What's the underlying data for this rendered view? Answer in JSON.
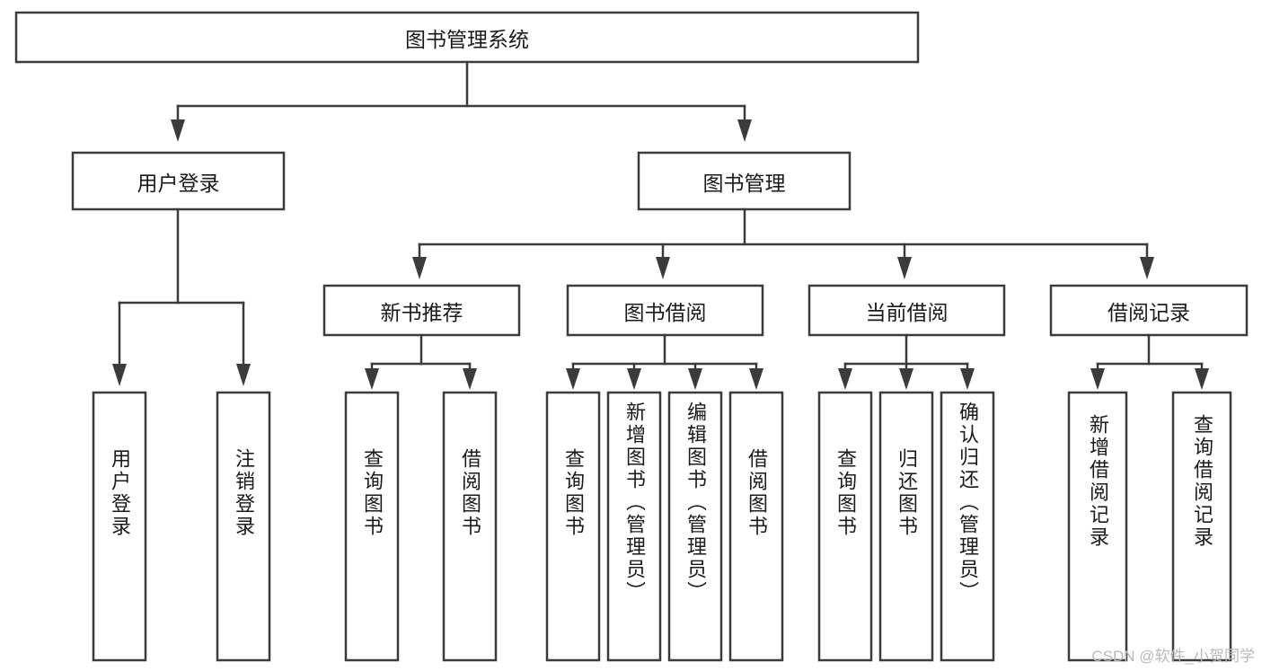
{
  "diagram": {
    "title": "图书管理系统",
    "type": "功能结构图",
    "watermark": "CSDN @软件_小贺同学",
    "colors": {
      "box_stroke": "#3b3b3b",
      "box_fill": "#ffffff",
      "connector": "#3b3b3b",
      "text": "#1a1a1a",
      "watermark": "#b9b9b9",
      "background": "#ffffff"
    },
    "root": {
      "label": "图书管理系统",
      "orientation": "horizontal"
    },
    "level1": [
      {
        "label": "用户登录",
        "orientation": "horizontal"
      },
      {
        "label": "图书管理",
        "orientation": "horizontal"
      }
    ],
    "level2": [
      {
        "label": "新书推荐",
        "orientation": "horizontal",
        "parent": "图书管理"
      },
      {
        "label": "图书借阅",
        "orientation": "horizontal",
        "parent": "图书管理"
      },
      {
        "label": "当前借阅",
        "orientation": "horizontal",
        "parent": "图书管理"
      },
      {
        "label": "借阅记录",
        "orientation": "horizontal",
        "parent": "图书管理"
      }
    ],
    "leaves": {
      "用户登录": [
        {
          "label": "用户登录",
          "orientation": "vertical"
        },
        {
          "label": "注销登录",
          "orientation": "vertical"
        }
      ],
      "新书推荐": [
        {
          "label": "查询图书",
          "orientation": "vertical"
        },
        {
          "label": "借阅图书",
          "orientation": "vertical"
        }
      ],
      "图书借阅": [
        {
          "label": "查询图书",
          "orientation": "vertical"
        },
        {
          "label": "新增图书（管理员）",
          "orientation": "vertical"
        },
        {
          "label": "编辑图书（管理员）",
          "orientation": "vertical"
        },
        {
          "label": "借阅图书",
          "orientation": "vertical"
        }
      ],
      "当前借阅": [
        {
          "label": "查询图书",
          "orientation": "vertical"
        },
        {
          "label": "归还图书",
          "orientation": "vertical"
        },
        {
          "label": "确认归还（管理员）",
          "orientation": "vertical"
        }
      ],
      "借阅记录": [
        {
          "label": "新增借阅记录",
          "orientation": "vertical"
        },
        {
          "label": "查询借阅记录",
          "orientation": "vertical"
        }
      ]
    }
  }
}
